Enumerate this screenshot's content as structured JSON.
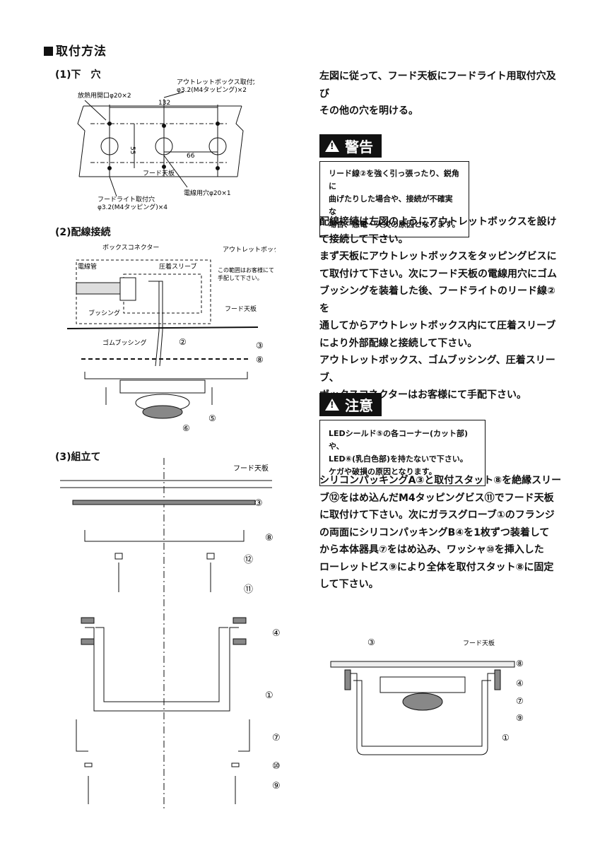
{
  "heading": "取付方法",
  "sections": {
    "s1": "(1)下　穴",
    "s2": "(2)配線接続",
    "s3": "(3)組立て"
  },
  "diagram1": {
    "label_vent": "放熱用開口φ20×2",
    "label_outlet_1": "アウトレットボックス取付穴",
    "label_outlet_2": "φ3.2(M4タッピング)×2",
    "dim_132": "132",
    "dim_55": "55",
    "dim_66": "66",
    "label_hood": "フード天板",
    "label_fixing_1": "フードライト取付穴",
    "label_fixing_2": "φ3.2(M4タッピング)×4",
    "label_wire_hole": "電線用穴φ20×1"
  },
  "diagram2": {
    "label_box_connector": "ボックスコネクター",
    "label_outlet_box": "アウトレットボックス",
    "label_conduit": "電線管",
    "label_sleeve": "圧着スリーブ",
    "note_1": "この範囲はお客様にて",
    "note_2": "手配して下さい。",
    "label_bushing": "ブッシング",
    "label_hood": "フード天板",
    "label_rubber": "ゴムブッシング",
    "n2": "②",
    "n3": "③",
    "n8": "⑧",
    "n5": "⑤",
    "n6": "⑥"
  },
  "diagram3": {
    "label_hood": "フード天板",
    "n3": "③",
    "n8": "⑧",
    "n12": "⑫",
    "n11": "⑪",
    "n4": "④",
    "n1": "①",
    "n7": "⑦",
    "n10": "⑩",
    "n9": "⑨"
  },
  "diagram4": {
    "label_hood": "フード天板",
    "n3": "③",
    "n8": "⑧",
    "n4": "④",
    "n7": "⑦",
    "n9": "⑨",
    "n1": "①"
  },
  "right": {
    "intro_1": "左図に従って、フード天板にフードライト用取付穴及び",
    "intro_2": "その他の穴を明ける。",
    "warning_title": "警告",
    "warning_1": "リード線②を強く引っ張ったり、鋭角に",
    "warning_2": "曲げたりした場合や、接続が不確実な",
    "warning_3": "場合、感電・火災の原因となります。",
    "wiring": [
      "配線接続は左図のようにアウトレットボックスを設け",
      "て接続して下さい。",
      "まず天板にアウトレットボックスをタッピングビスに",
      "て取付けて下さい。次にフード天板の電線用穴にゴム",
      "ブッシングを装着した後、フードライトのリード線②を",
      "通してからアウトレットボックス内にて圧着スリーブ",
      "により外部配線と接続して下さい。",
      "アウトレットボックス、ゴムブッシング、圧着スリーブ、",
      "ボックスコネクターはお客様にて手配下さい。"
    ],
    "caution_title": "注意",
    "caution_1": "LEDシールド⑤の各コーナー(カット部)や、",
    "caution_2": "LED⑥(乳白色部)を持たないで下さい。",
    "caution_3": "ケガや破損の原因となります。",
    "assembly": [
      "シリコンパッキングA③と取付スタット⑧を絶縁スリー",
      "ブ⑫をはめ込んだM4タッピングビス⑪でフード天板",
      "に取付けて下さい。次にガラスグローブ①のフランジ",
      "の両面にシリコンパッキングB④を1枚ずつ装着して",
      "から本体器具⑦をはめ込み、ワッシャ⑩を挿入した",
      "ローレットビス⑨により全体を取付スタット⑧に固定",
      "して下さい。"
    ]
  }
}
